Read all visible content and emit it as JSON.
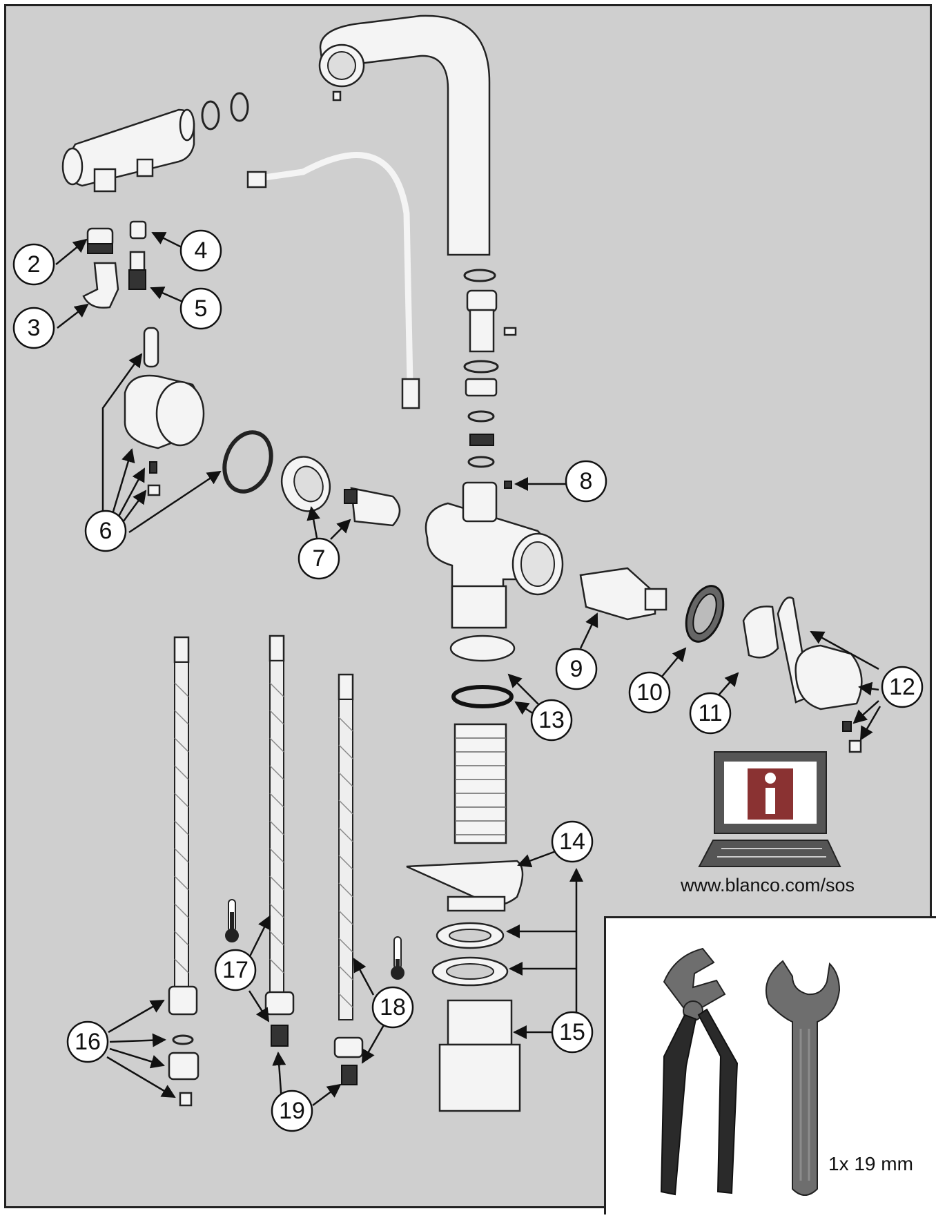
{
  "callouts": [
    "2",
    "3",
    "4",
    "5",
    "6",
    "7",
    "8",
    "9",
    "10",
    "11",
    "12",
    "13",
    "14",
    "15",
    "16",
    "17",
    "18",
    "19"
  ],
  "info_url": "www.blanco.com/sos",
  "tools": {
    "wrench_size": "1x 19 mm"
  },
  "icons": [
    "laptop-info-icon",
    "thermometer-hot-icon",
    "thermometer-cold-icon",
    "pliers-icon",
    "wrench-icon"
  ],
  "colors": {
    "background": "#cfcfcf",
    "tool_dark": "#2a2a2a",
    "tool_grey": "#6e6e6e",
    "info_red": "#8a3232"
  }
}
